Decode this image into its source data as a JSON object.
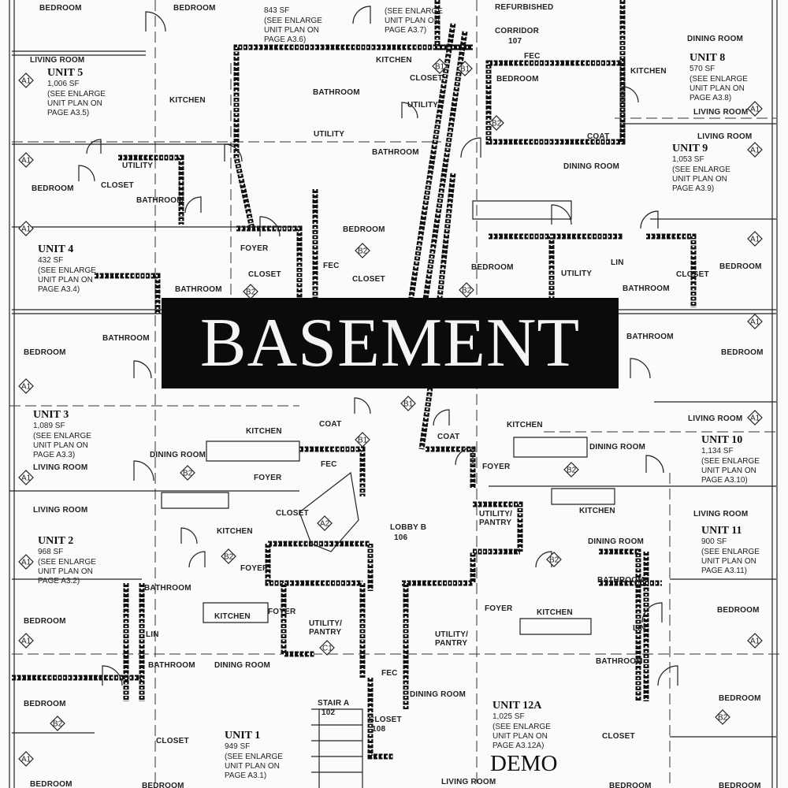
{
  "title": "BASEMENT",
  "subtitle": "DEMO",
  "units": [
    {
      "name": "UNIT 5",
      "sf": "1,006 SF",
      "note": [
        "(SEE ENLARGE",
        "UNIT PLAN ON",
        "PAGE A3.5)"
      ]
    },
    {
      "name": "UNIT 4",
      "sf": "432 SF",
      "note": [
        "(SEE ENLARGE",
        "UNIT PLAN ON",
        "PAGE A3.4)"
      ]
    },
    {
      "name": "UNIT 3",
      "sf": "1,089 SF",
      "note": [
        "(SEE ENLARGE",
        "UNIT PLAN ON",
        "PAGE A3.3)"
      ]
    },
    {
      "name": "UNIT 2",
      "sf": "968 SF",
      "note": [
        "(SEE ENLARGE",
        "UNIT PLAN ON",
        "PAGE A3.2)"
      ]
    },
    {
      "name": "UNIT 1",
      "sf": "949 SF",
      "note": [
        "(SEE ENLARGE",
        "UNIT PLAN ON",
        "PAGE A3.1)"
      ]
    },
    {
      "name": "UNIT 12A",
      "sf": "1,025 SF",
      "note": [
        "(SEE ENLARGE",
        "UNIT PLAN ON",
        "PAGE A3.12A)"
      ]
    },
    {
      "name": "UNIT 11",
      "sf": "900 SF",
      "note": [
        "(SEE ENLARGE",
        "UNIT PLAN ON",
        "PAGE A3.11)"
      ]
    },
    {
      "name": "UNIT 10",
      "sf": "1,134 SF",
      "note": [
        "(SEE ENLARGE",
        "UNIT PLAN ON",
        "PAGE A3.10)"
      ]
    },
    {
      "name": "UNIT 9",
      "sf": "1,053 SF",
      "note": [
        "(SEE ENLARGE",
        "UNIT PLAN ON",
        "PAGE A3.9)"
      ]
    },
    {
      "name": "UNIT 8",
      "sf": "570 SF",
      "note": [
        "(SEE ENLARGE",
        "UNIT PLAN ON",
        "PAGE A3.8)"
      ]
    },
    {
      "name": "",
      "sf": "843 SF",
      "note": [
        "(SEE ENLARGE",
        "UNIT PLAN ON",
        "PAGE A3.6)"
      ]
    },
    {
      "name": "",
      "sf": "",
      "note": [
        "(SEE ENLARGE",
        "UNIT PLAN ON",
        "PAGE A3.7)"
      ]
    }
  ],
  "rooms": [
    "BEDROOM",
    "BEDROOM",
    "LIVING ROOM",
    "KITCHEN",
    "BEDROOM",
    "UTILITY",
    "BATHROOM",
    "FOYER",
    "CLOSET",
    "BATHROOM",
    "KITCHEN",
    "CLOSET",
    "UTILITY",
    "BATHROOM",
    "UTILITY",
    "BATHROOM",
    "BEDROOM",
    "FEC",
    "CLOSET",
    "CORRIDOR",
    "107",
    "REFURBISHED",
    "DINING ROOM",
    "KITCHEN",
    "BEDROOM",
    "LIVING ROOM",
    "LIVING ROOM",
    "COAT",
    "DINING ROOM",
    "FEC",
    "BEDROOM",
    "UTILITY",
    "LIN",
    "BATHROOM",
    "BEDROOM",
    "BEDROOM",
    "BATHROOM",
    "BATHROOM",
    "BEDROOM",
    "KITCHEN",
    "DINING ROOM",
    "LIVING ROOM",
    "FOYER",
    "COAT",
    "FEC",
    "COAT",
    "FOYER",
    "KITCHEN",
    "DINING ROOM",
    "LIVING ROOM",
    "LIVING ROOM",
    "KITCHEN",
    "CLOSET",
    "LOBBY B",
    "106",
    "UTILITY/",
    "PANTRY",
    "KITCHEN",
    "LIVING ROOM",
    "DINING ROOM",
    "BEDROOM",
    "BATHROOM",
    "FOYER",
    "KITCHEN",
    "FOYER",
    "UTILITY/",
    "PANTRY",
    "DINING ROOM",
    "BATHROOM",
    "BEDROOM",
    "STAIR A",
    "102",
    "CLOSET",
    "108",
    "FEC",
    "UTILITY/",
    "PANTRY",
    "FOYER",
    "KITCHEN",
    "BATHROOM",
    "BATHROOM",
    "BEDROOM",
    "BEDROOM",
    "DINING ROOM",
    "LIVING ROOM",
    "BEDROOM",
    "BEDROOM",
    "BEDROOM",
    "BEDROOM",
    "CLOSET",
    "CLOSET",
    "CLOSET",
    "CLOSET",
    "LIN",
    "LIN"
  ],
  "tags": [
    "A1",
    "A1",
    "A1",
    "A1",
    "A1",
    "A1",
    "A1",
    "A1",
    "A1",
    "A1",
    "A1",
    "A1",
    "A1",
    "A1",
    "B1",
    "B1",
    "B1",
    "B1",
    "B2",
    "B2",
    "B2",
    "B2",
    "B2",
    "B2",
    "B2",
    "B2",
    "B2",
    "B2",
    "A2",
    "C1"
  ]
}
